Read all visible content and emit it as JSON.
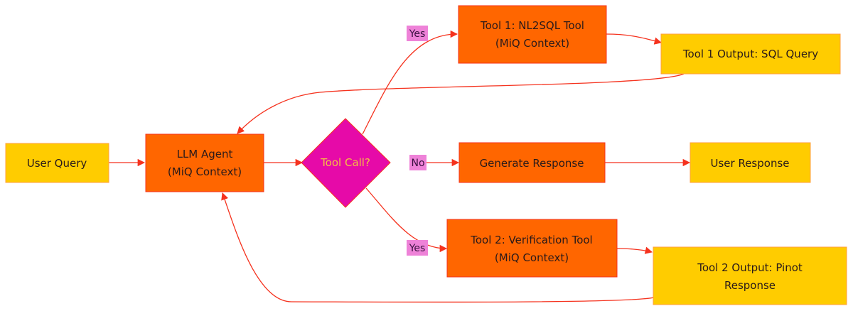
{
  "colors": {
    "start_end": "#ffcc00",
    "process": "#ff6600",
    "decision": "#e60aa8",
    "decision_text": "#f5c042",
    "edge": "#f5321e",
    "edge_label_bg": "#ee82d8"
  },
  "nodes": {
    "user_query": {
      "lines": [
        "User Query"
      ],
      "kind": "io"
    },
    "llm_agent": {
      "lines": [
        "LLM Agent",
        "(MiQ Context)"
      ],
      "kind": "process"
    },
    "tool_call": {
      "lines": [
        "Tool Call?"
      ],
      "kind": "decision"
    },
    "tool1": {
      "lines": [
        "Tool 1: NL2SQL Tool",
        "(MiQ Context)"
      ],
      "kind": "process"
    },
    "tool1_output": {
      "lines": [
        "Tool 1 Output: SQL Query"
      ],
      "kind": "io"
    },
    "generate_response": {
      "lines": [
        "Generate Response"
      ],
      "kind": "process"
    },
    "user_response": {
      "lines": [
        "User Response"
      ],
      "kind": "io"
    },
    "tool2": {
      "lines": [
        "Tool 2: Verification Tool",
        "(MiQ Context)"
      ],
      "kind": "process"
    },
    "tool2_output": {
      "lines": [
        "Tool 2 Output: Pinot",
        "Response"
      ],
      "kind": "io"
    }
  },
  "edges": [
    {
      "from": "user_query",
      "to": "llm_agent",
      "label": ""
    },
    {
      "from": "llm_agent",
      "to": "tool_call",
      "label": ""
    },
    {
      "from": "tool_call",
      "to": "tool1",
      "label": "Yes"
    },
    {
      "from": "tool_call",
      "to": "generate_response",
      "label": "No"
    },
    {
      "from": "tool_call",
      "to": "tool2",
      "label": "Yes"
    },
    {
      "from": "tool1",
      "to": "tool1_output",
      "label": ""
    },
    {
      "from": "tool1_output",
      "to": "llm_agent",
      "label": ""
    },
    {
      "from": "generate_response",
      "to": "user_response",
      "label": ""
    },
    {
      "from": "tool2",
      "to": "tool2_output",
      "label": ""
    },
    {
      "from": "tool2_output",
      "to": "llm_agent",
      "label": ""
    }
  ],
  "edge_labels": {
    "yes_top": "Yes",
    "no": "No",
    "yes_bottom": "Yes"
  }
}
